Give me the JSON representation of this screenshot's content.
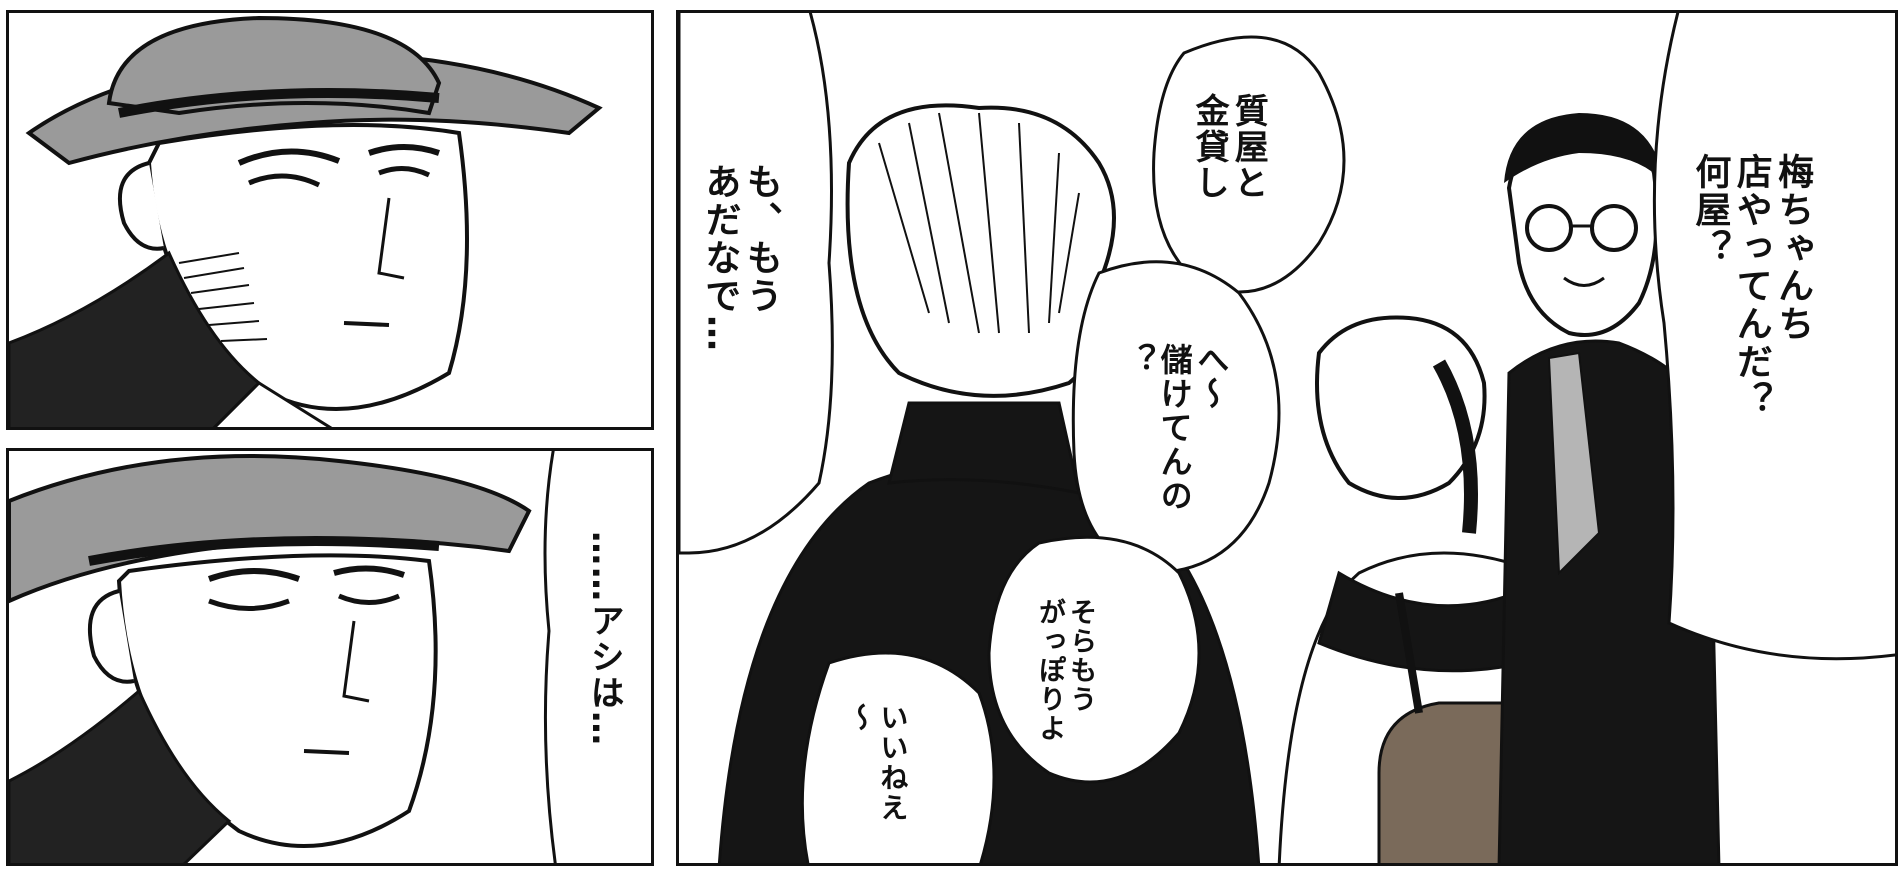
{
  "panels": {
    "top_left": {
      "speech": []
    },
    "bottom_left": {
      "speech": [
        "……アシは…"
      ]
    },
    "right": {
      "speech": {
        "glasses_boy": "梅ちゃんち\n店やってんだ？\n何屋？",
        "center_top": "質屋と\n金貸し",
        "left_tall": "も、もう\nあだなで…",
        "middle": "へ〜\n儲けてんの\n？",
        "lower_center": "そらもう\nがっぽりよ",
        "bottom": "いいねえ\n〜"
      }
    }
  },
  "colors": {
    "ink": "#111111",
    "screentone": "#9a9a9a",
    "paper": "#ffffff"
  }
}
